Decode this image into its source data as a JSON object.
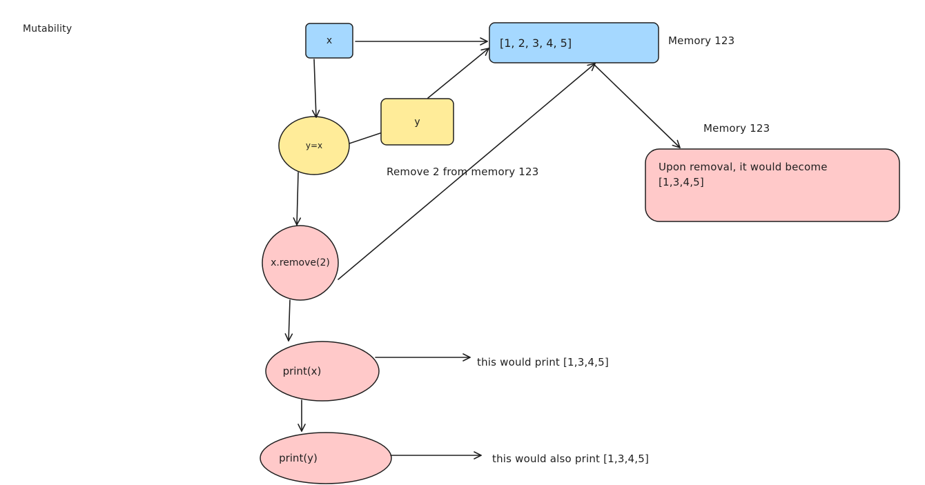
{
  "title": "Mutability",
  "colors": {
    "stroke": "#1e1e1e",
    "blue": "#a5d8ff",
    "yellow": "#ffec99",
    "pink": "#ffc9c9",
    "background": "#ffffff"
  },
  "nodes": {
    "x_box": "x",
    "list_box": "[1, 2, 3, 4, 5]",
    "y_box": "y",
    "assign_circle": "y=x",
    "remove_circle": "x.remove(2)",
    "print_x": "print(x)",
    "print_y": "print(y)",
    "result_box_line1": "Upon removal, it would become",
    "result_box_line2": "[1,3,4,5]"
  },
  "annotations": {
    "memory_top": "Memory 123",
    "memory_right": "Memory 123",
    "remove_note": "Remove 2 from memory 123",
    "print_x_note": "this would print [1,3,4,5]",
    "print_y_note": "this would also print [1,3,4,5]"
  }
}
